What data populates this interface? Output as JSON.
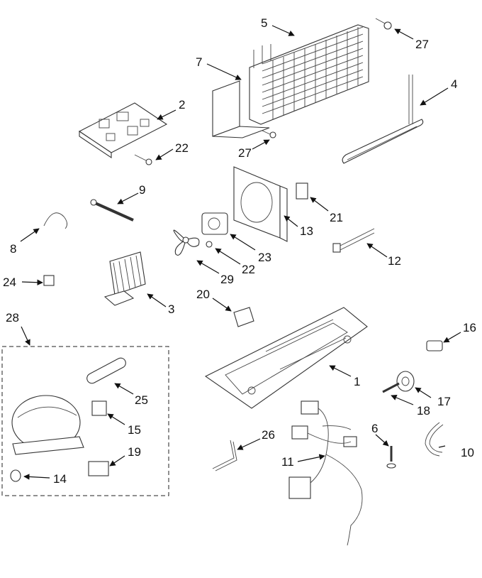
{
  "callouts": [
    {
      "id": "c1",
      "text": "1"
    },
    {
      "id": "c2",
      "text": "2"
    },
    {
      "id": "c3",
      "text": "3"
    },
    {
      "id": "c4",
      "text": "4"
    },
    {
      "id": "c5",
      "text": "5"
    },
    {
      "id": "c6",
      "text": "6"
    },
    {
      "id": "c7",
      "text": "7"
    },
    {
      "id": "c8",
      "text": "8"
    },
    {
      "id": "c9",
      "text": "9"
    },
    {
      "id": "c10",
      "text": "10"
    },
    {
      "id": "c11",
      "text": "11"
    },
    {
      "id": "c12",
      "text": "12"
    },
    {
      "id": "c13",
      "text": "13"
    },
    {
      "id": "c14",
      "text": "14"
    },
    {
      "id": "c15",
      "text": "15"
    },
    {
      "id": "c16",
      "text": "16"
    },
    {
      "id": "c17",
      "text": "17"
    },
    {
      "id": "c18",
      "text": "18"
    },
    {
      "id": "c19",
      "text": "19"
    },
    {
      "id": "c20",
      "text": "20"
    },
    {
      "id": "c21",
      "text": "21"
    },
    {
      "id": "c22a",
      "text": "22"
    },
    {
      "id": "c22b",
      "text": "22"
    },
    {
      "id": "c23",
      "text": "23"
    },
    {
      "id": "c24",
      "text": "24"
    },
    {
      "id": "c25",
      "text": "25"
    },
    {
      "id": "c26",
      "text": "26"
    },
    {
      "id": "c27a",
      "text": "27"
    },
    {
      "id": "c27b",
      "text": "27"
    },
    {
      "id": "c28",
      "text": "28"
    },
    {
      "id": "c29",
      "text": "29"
    }
  ],
  "colors": {
    "line": "#333333",
    "text": "#111111",
    "background": "#ffffff"
  }
}
